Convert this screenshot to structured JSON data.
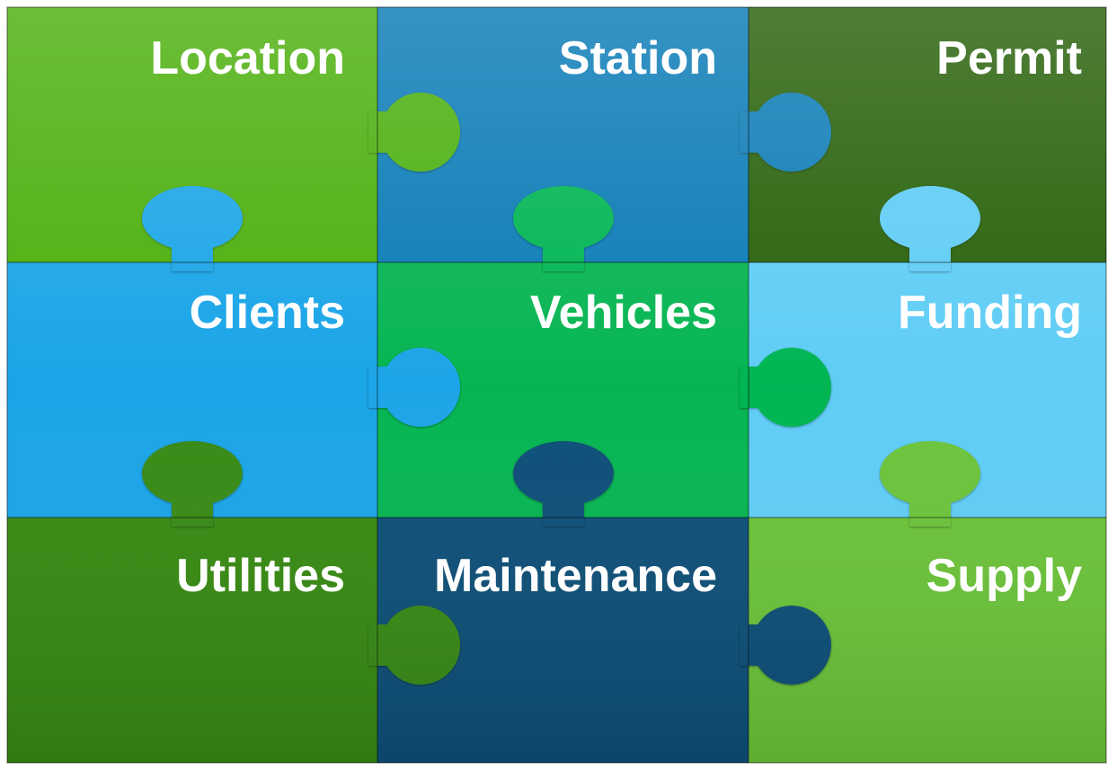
{
  "pieces": [
    {
      "id": "location",
      "label": "Location",
      "color": "#4caf0c"
    },
    {
      "id": "station",
      "label": "Station",
      "color": "#0a7bb6"
    },
    {
      "id": "permit",
      "label": "Permit",
      "color": "#28610a"
    },
    {
      "id": "clients",
      "label": "Clients",
      "color": "#1aa5e8"
    },
    {
      "id": "vehicles",
      "label": "Vehicles",
      "color": "#06b552"
    },
    {
      "id": "funding",
      "label": "Funding",
      "color": "#5fcdf6"
    },
    {
      "id": "utilities",
      "label": "Utilities",
      "color": "#378a12"
    },
    {
      "id": "maintenance",
      "label": "Maintenance",
      "color": "#0d4f78"
    },
    {
      "id": "supply",
      "label": "Supply",
      "color": "#6cc43a"
    }
  ]
}
